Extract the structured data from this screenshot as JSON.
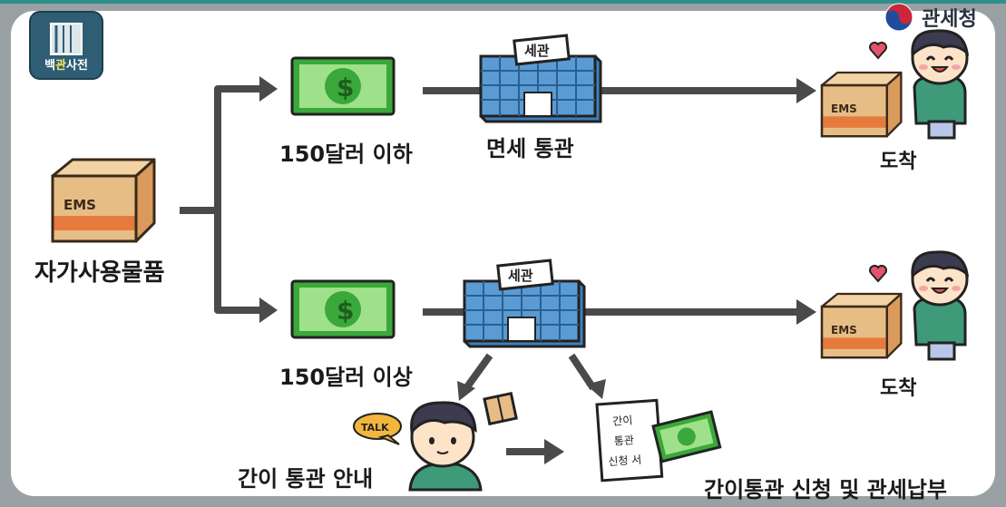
{
  "brand": {
    "badge_text_prefix": "백",
    "badge_text_highlight": "관",
    "badge_text_suffix": "사전",
    "agency": "관세청"
  },
  "nodes": {
    "start_label": "자가사용물품",
    "upper_amount": "150달러 이하",
    "upper_process": "면세 통관",
    "upper_result": "도착",
    "lower_amount": "150달러 이상",
    "lower_result": "도착",
    "guide": "간이 통관 안내",
    "payment": "간이통관 신청 및 관세납부",
    "guide_bubble": "TALK"
  },
  "drawing_text": {
    "box_label": "EMS",
    "customs_sign": "세관",
    "doc_line1": "간이",
    "doc_line2": "통관",
    "doc_line3": "신청 서",
    "dollar": "$"
  },
  "colors": {
    "arrow": "#4a4a4a",
    "bill": "#3aa83a",
    "bill_light": "#9fe08a",
    "building": "#5b9bd3",
    "box": "#e7bd86",
    "box_stripe": "#e47b3d",
    "skin": "#fde3c8",
    "hair": "#3d3b4f",
    "shirt": "#3f9a7a",
    "heart": "#e5536a"
  }
}
